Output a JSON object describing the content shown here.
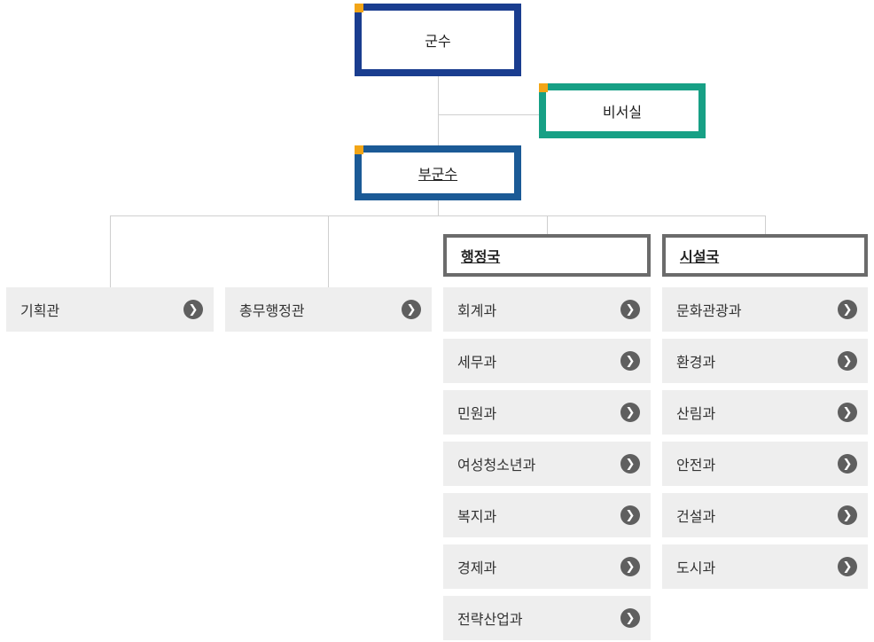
{
  "mayor": {
    "label": "군수"
  },
  "secretary": {
    "label": "비서실"
  },
  "vice_mayor": {
    "label": "부군수"
  },
  "direct_units": [
    {
      "label": "기획관"
    },
    {
      "label": "총무행정관"
    }
  ],
  "bureaus": [
    {
      "title": "행정국",
      "departments": [
        "회계과",
        "세무과",
        "민원과",
        "여성청소년과",
        "복지과",
        "경제과",
        "전략산업과"
      ]
    },
    {
      "title": "시설국",
      "departments": [
        "문화관광과",
        "환경과",
        "산림과",
        "안전과",
        "건설과",
        "도시과"
      ]
    }
  ],
  "colors": {
    "mayor_border": "#1a3d8f",
    "secretary_border": "#17a085",
    "vice_border": "#1b5a96",
    "corner_accent": "#f2a516",
    "bureau_border": "#6b6b6b",
    "item_bg": "#eeeeee"
  },
  "icons": {
    "item_arrow": "chevron-right-circle-icon"
  }
}
